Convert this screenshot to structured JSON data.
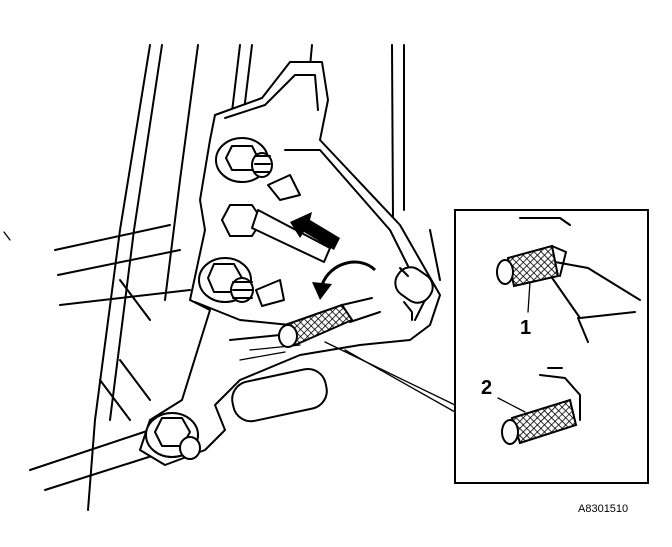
{
  "callouts": [
    {
      "number": "1"
    },
    {
      "number": "2"
    }
  ],
  "figure_code": "A8301510",
  "colors": {
    "ink": "#000000",
    "background": "#ffffff"
  }
}
